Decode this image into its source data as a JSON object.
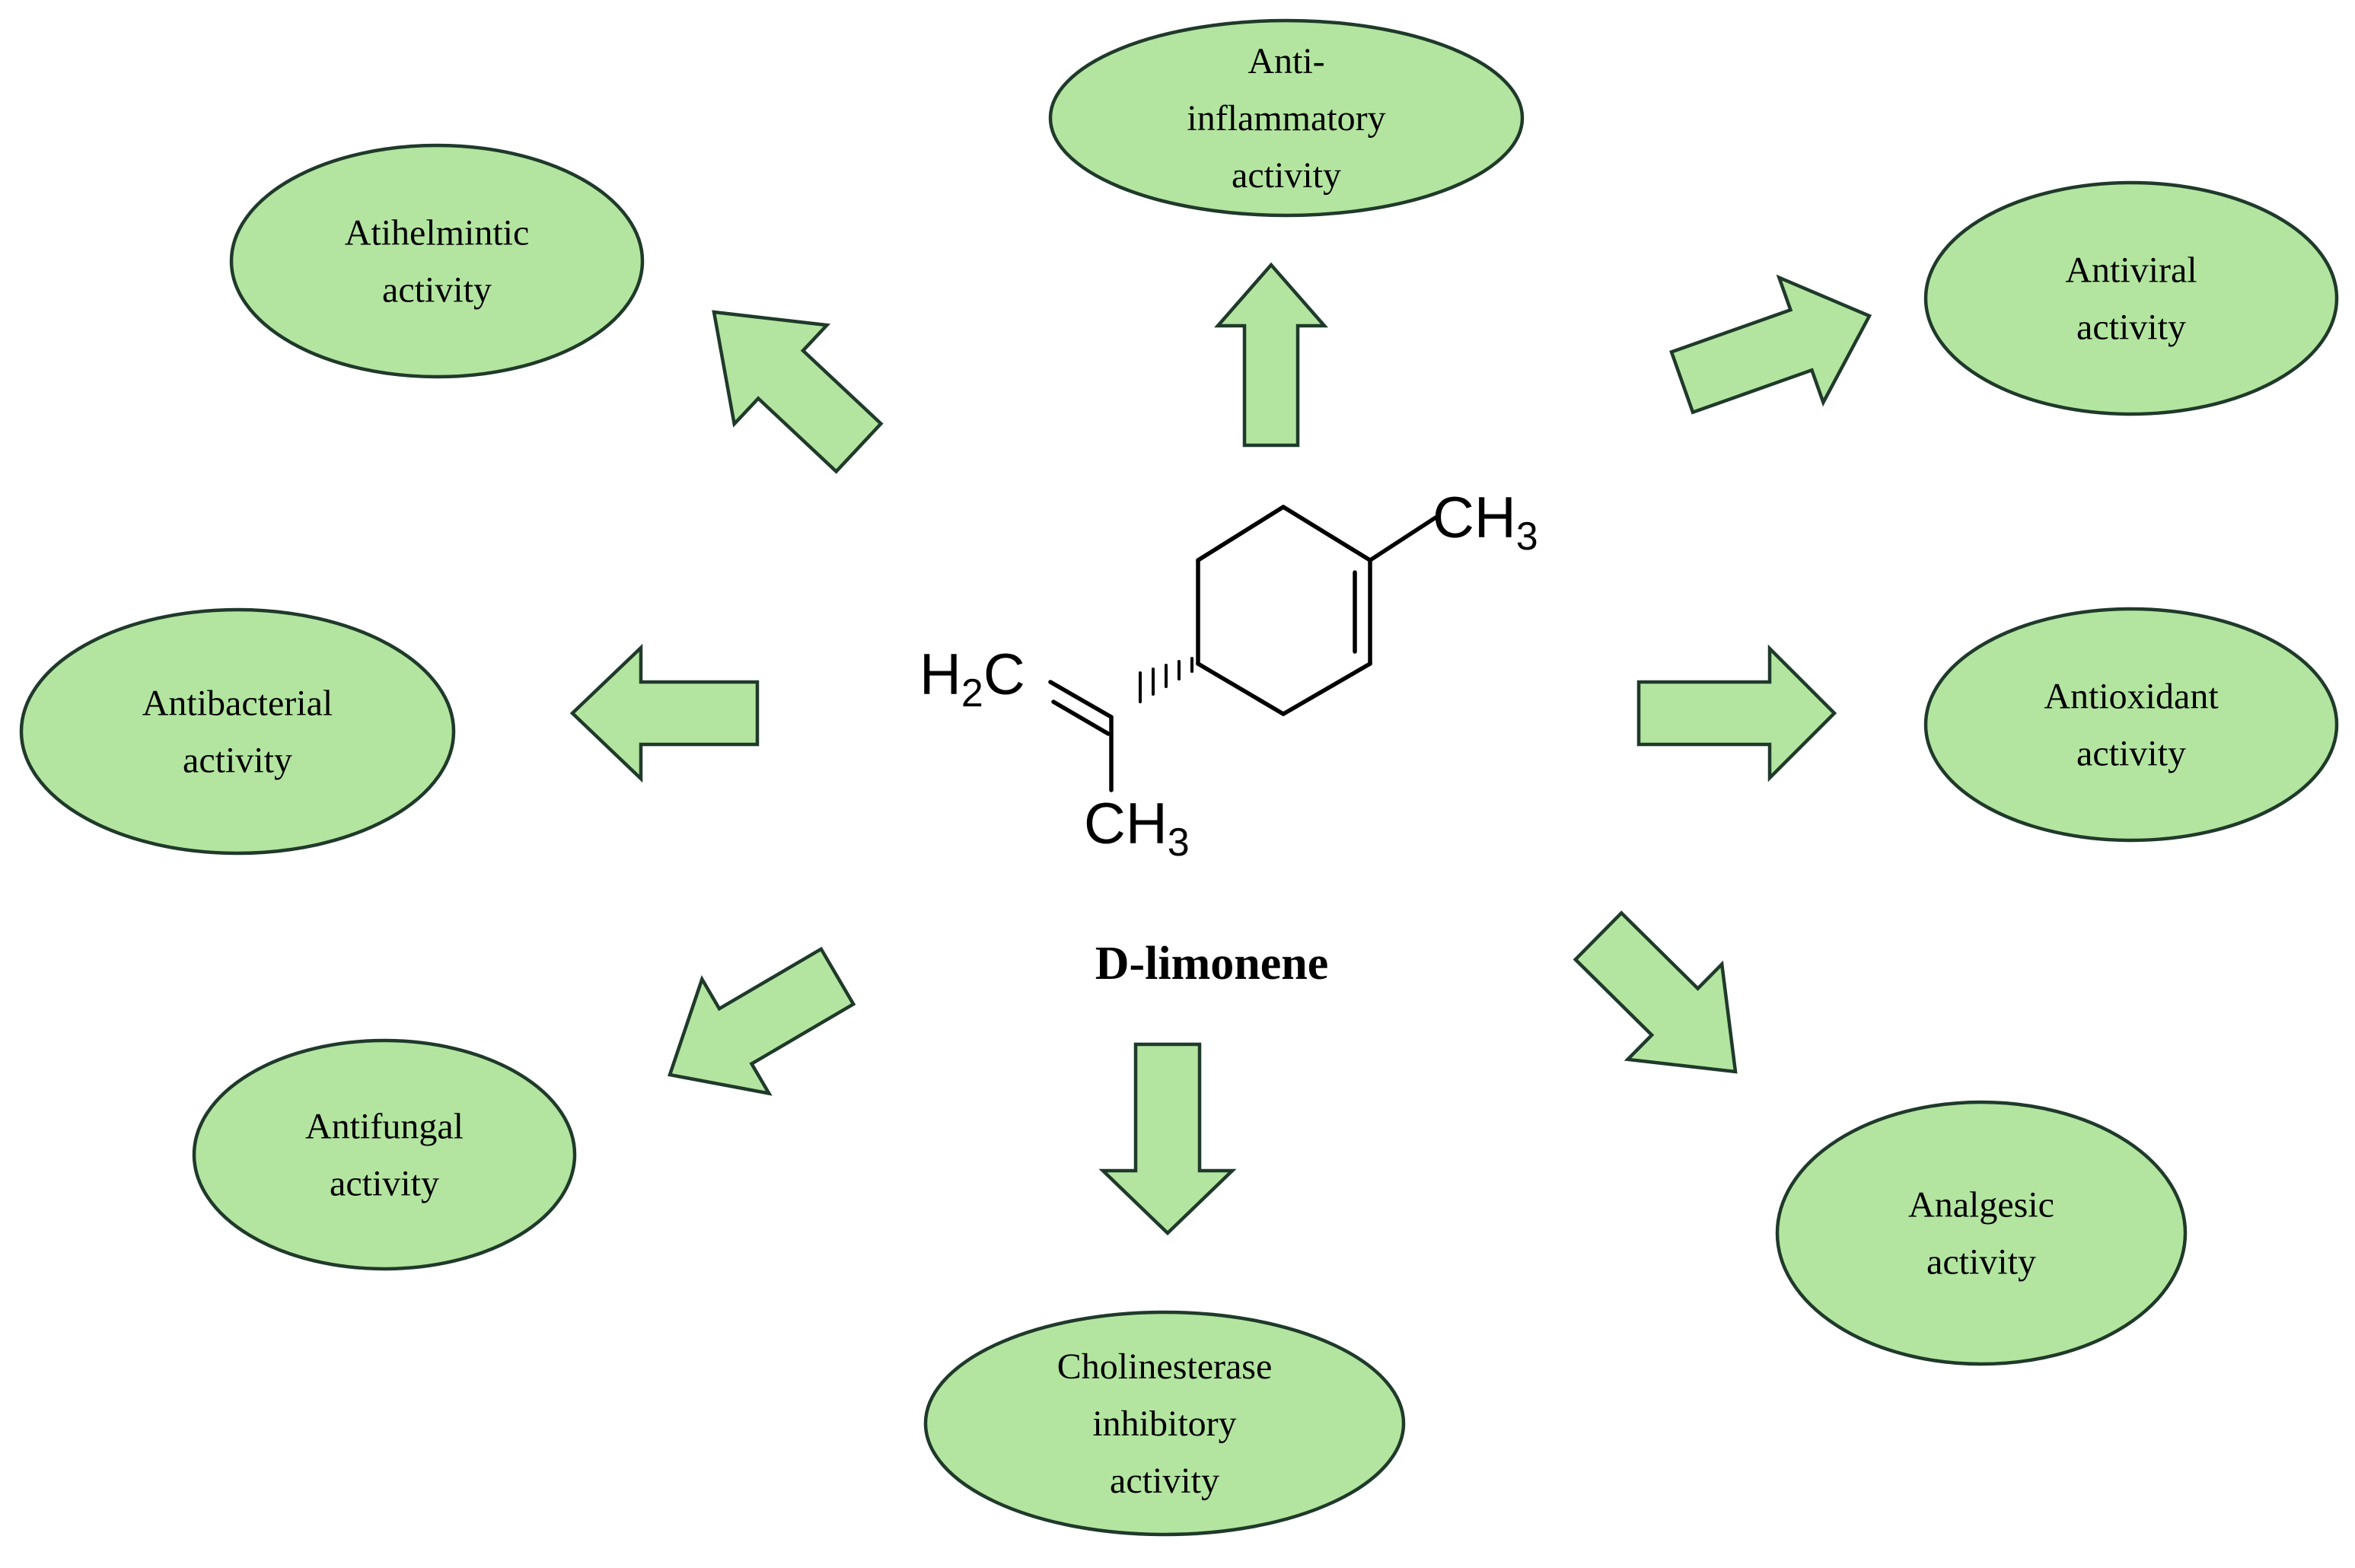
{
  "compound": {
    "name": "D-limonene",
    "atoms": {
      "ring_methyl": {
        "main": "CH",
        "sub": "3"
      },
      "methylene": {
        "main": "H",
        "sub": "2",
        "tail": "C"
      },
      "side_methyl": {
        "main": "CH",
        "sub": "3"
      }
    }
  },
  "activities": [
    {
      "id": "anti-inflammatory",
      "lines": [
        "Anti-",
        "inflammatory",
        "activity"
      ]
    },
    {
      "id": "atihelmintic",
      "lines": [
        "Atihelmintic",
        "activity"
      ]
    },
    {
      "id": "antiviral",
      "lines": [
        "Antiviral",
        "activity"
      ]
    },
    {
      "id": "antibacterial",
      "lines": [
        "Antibacterial",
        "activity"
      ]
    },
    {
      "id": "antioxidant",
      "lines": [
        "Antioxidant",
        "activity"
      ]
    },
    {
      "id": "antifungal",
      "lines": [
        "Antifungal",
        "activity"
      ]
    },
    {
      "id": "analgesic",
      "lines": [
        "Analgesic",
        "activity"
      ]
    },
    {
      "id": "cholinesterase-inhibitory",
      "lines": [
        "Cholinesterase",
        "inhibitory",
        "activity"
      ]
    }
  ],
  "colors": {
    "node_fill": "#b3e5a0",
    "node_stroke": "#1f3a2a",
    "arrow_fill": "#b3e5a0",
    "arrow_stroke": "#1f3a2a"
  }
}
